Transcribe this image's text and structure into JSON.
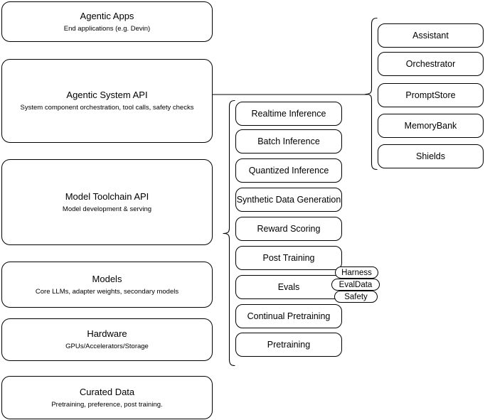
{
  "diagram": {
    "title": "AI stack layered architecture diagram",
    "stroke_color": "#000000",
    "background_color": "#ffffff",
    "layers": [
      {
        "title": "Agentic Apps",
        "subtitle": "End applications (e.g. Devin)"
      },
      {
        "title": "Agentic System API",
        "subtitle": "System component orchestration, tool calls, safety checks"
      },
      {
        "title": "Model Toolchain API",
        "subtitle": "Model development & serving"
      },
      {
        "title": "Models",
        "subtitle": "Core LLMs, adapter weights, secondary models"
      },
      {
        "title": "Hardware",
        "subtitle": "GPUs/Accelerators/Storage"
      },
      {
        "title": "Curated Data",
        "subtitle": "Pretraining, preference, post training."
      }
    ],
    "agentic_system_components": [
      {
        "label": "Assistant"
      },
      {
        "label": "Orchestrator"
      },
      {
        "label": "PromptStore"
      },
      {
        "label": "MemoryBank"
      },
      {
        "label": "Shields"
      }
    ],
    "model_toolchain_components": [
      {
        "label": "Realtime Inference"
      },
      {
        "label": "Batch Inference"
      },
      {
        "label": "Quantized Inference"
      },
      {
        "label": "Synthetic Data Generation"
      },
      {
        "label": "Reward Scoring"
      },
      {
        "label": "Post Training"
      },
      {
        "label": "Evals"
      },
      {
        "label": "Continual Pretraining"
      },
      {
        "label": "Pretraining"
      }
    ],
    "evals_subcomponents": [
      {
        "label": "Harness"
      },
      {
        "label": "EvalData"
      },
      {
        "label": "Safety"
      }
    ]
  }
}
